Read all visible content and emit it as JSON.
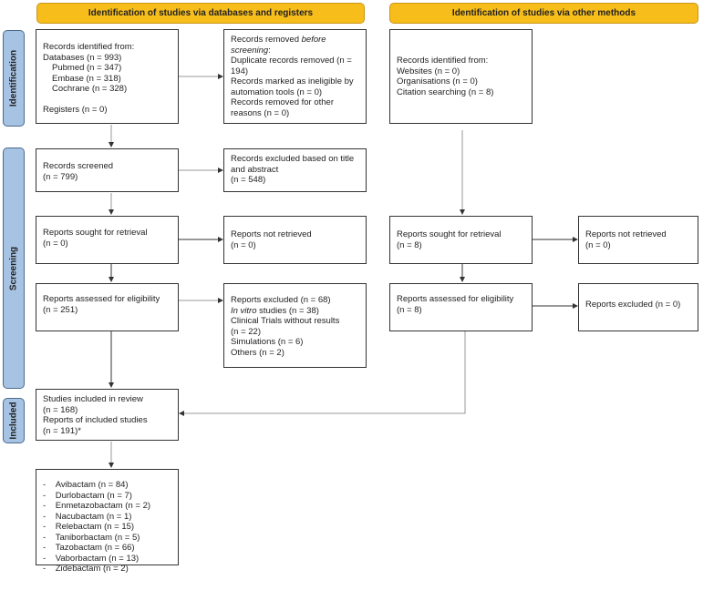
{
  "headers": {
    "databases": "Identification of studies via databases and registers",
    "other": "Identification of studies via other methods"
  },
  "phases": {
    "identification": "Identification",
    "screening": "Screening",
    "included": "Included"
  },
  "identified": {
    "title": "Records identified from:",
    "databases": "Databases (n = 993)",
    "pubmed": "Pubmed (n = 347)",
    "embase": "Embase (n = 318)",
    "cochrane": "Cochrane (n = 328)",
    "registers": "Registers (n = 0)"
  },
  "removed": {
    "l1a": "Records removed ",
    "l1b": "before",
    "l2": "screening",
    ":": ":",
    "l3": "Duplicate records removed  (n =",
    "l4": "194)",
    "l5": "Records marked as ineligible by",
    "l6": "automation tools (n = 0)",
    "l7": "Records removed for other",
    "l8": "reasons (n = 0)"
  },
  "other_identified": {
    "title": "Records identified from:",
    "websites": "Websites (n = 0)",
    "organisations": "Organisations (n = 0)",
    "citation": "Citation searching (n = 8)"
  },
  "screened": {
    "label": "Records screened",
    "n": "(n = 799)"
  },
  "excluded_title": {
    "l1": "Records excluded based on title",
    "l2": "and abstract",
    "n": "(n = 548)"
  },
  "sought": {
    "label": "Reports sought for retrieval",
    "n": "(n = 0)"
  },
  "not_retrieved": {
    "label": "Reports not retrieved",
    "n": "(n = 0)"
  },
  "other_sought": {
    "label": "Reports sought for retrieval",
    "n": "(n = 8)"
  },
  "other_not_retrieved": {
    "label": "Reports not retrieved",
    "n": "(n = 0)"
  },
  "assessed": {
    "label": "Reports assessed for eligibility",
    "n": "(n = 251)"
  },
  "reports_excluded": {
    "l1": "Reports excluded (n = 68)",
    "invitro_i": "In vitro",
    "invitro": " studies (n = 38)",
    "clinical": "Clinical Trials without results",
    "clinical_n": "(n = 22)",
    "simulations": "Simulations (n = 6)",
    "others": "Others (n = 2)"
  },
  "other_assessed": {
    "label": "Reports assessed for eligibility",
    "n": "(n = 8)"
  },
  "other_excluded": {
    "label": "Reports excluded (n = 0)"
  },
  "included": {
    "l1": "Studies included in review",
    "l2": "(n = 168)",
    "l3": "Reports of included studies",
    "l4": "(n = 191)*"
  },
  "drugs": [
    "Avibactam (n = 84)",
    "Durlobactam (n = 7)",
    "Enmetazobactam (n = 2)",
    "Nacubactam (n = 1)",
    "Relebactam (n = 15)",
    "Taniborbactam (n = 5)",
    "Tazobactam (n = 66)",
    "Vaborbactam (n = 13)",
    "Zidebactam (n = 2)"
  ],
  "colors": {
    "header": "#f7bd1a",
    "phase": "#a6c3e3"
  }
}
